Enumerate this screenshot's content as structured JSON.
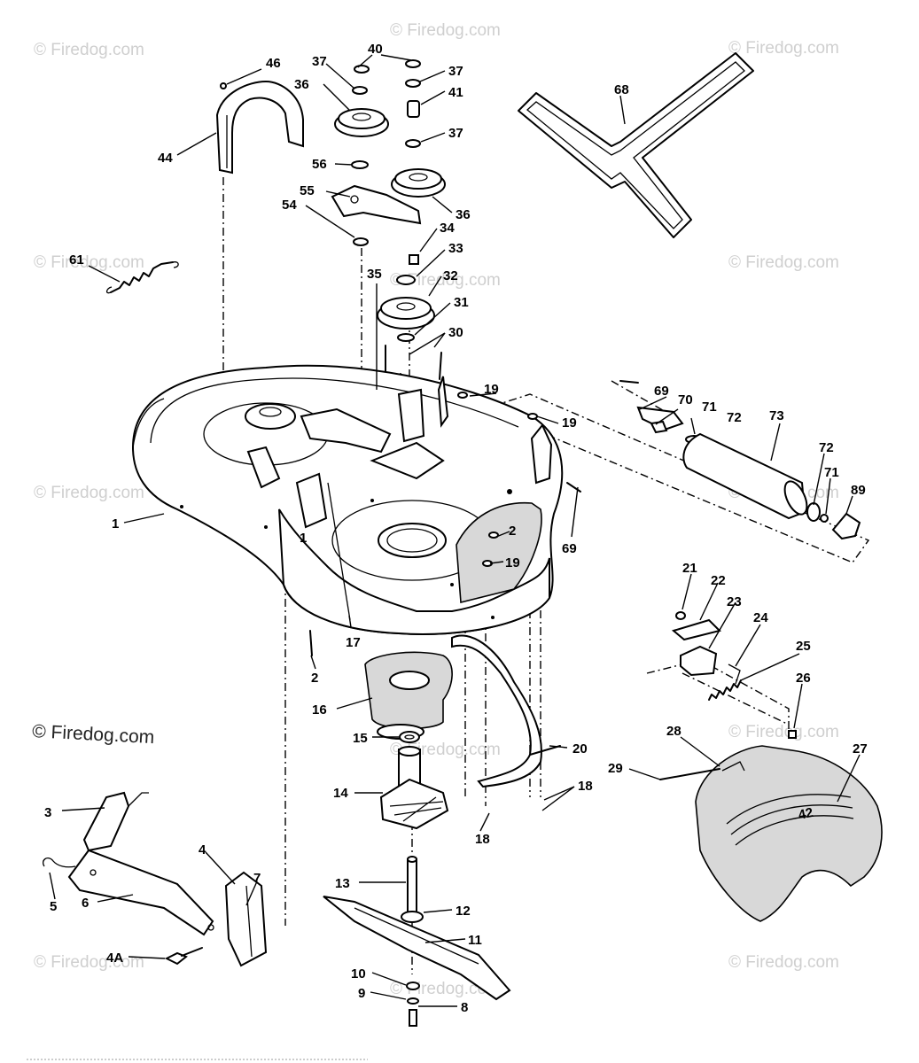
{
  "watermark": {
    "faint_text": "© Firedog.com",
    "dark_text": "© Firedog.com"
  },
  "callouts": {
    "p1": "1",
    "p2": "2",
    "p2b": "2",
    "p3": "3",
    "p4": "4",
    "p4a": "4A",
    "p5": "5",
    "p6": "6",
    "p7": "7",
    "p8": "8",
    "p9": "9",
    "p10": "10",
    "p11": "11",
    "p12": "12",
    "p13": "13",
    "p14": "14",
    "p15": "15",
    "p16": "16",
    "p17": "17",
    "p18a": "18",
    "p18b": "18",
    "p19a": "19",
    "p19b": "19",
    "p19c": "19",
    "p20": "20",
    "p21": "21",
    "p22": "22",
    "p23": "23",
    "p24": "24",
    "p25": "25",
    "p26": "26",
    "p27": "27",
    "p28": "28",
    "p29": "29",
    "p30": "30",
    "p31": "31",
    "p32": "32",
    "p33": "33",
    "p34": "34",
    "p35": "35",
    "p36a": "36",
    "p36b": "36",
    "p37a": "37",
    "p37b": "37",
    "p37c": "37",
    "p40": "40",
    "p41": "41",
    "p44": "44",
    "p46": "46",
    "p54": "54",
    "p55": "55",
    "p56": "56",
    "p61": "61",
    "p68": "68",
    "p69a": "69",
    "p69b": "69",
    "p70": "70",
    "p71a": "71",
    "p71b": "71",
    "p72a": "72",
    "p72b": "72",
    "p73": "73",
    "p89": "89"
  },
  "deck_marks": {
    "deck_number": "1",
    "deflector_badge": "42"
  },
  "icons": [
    "mower-deck",
    "idler-pulley",
    "v-belt",
    "spindle",
    "blade",
    "deflector-shield",
    "roller",
    "spring"
  ]
}
